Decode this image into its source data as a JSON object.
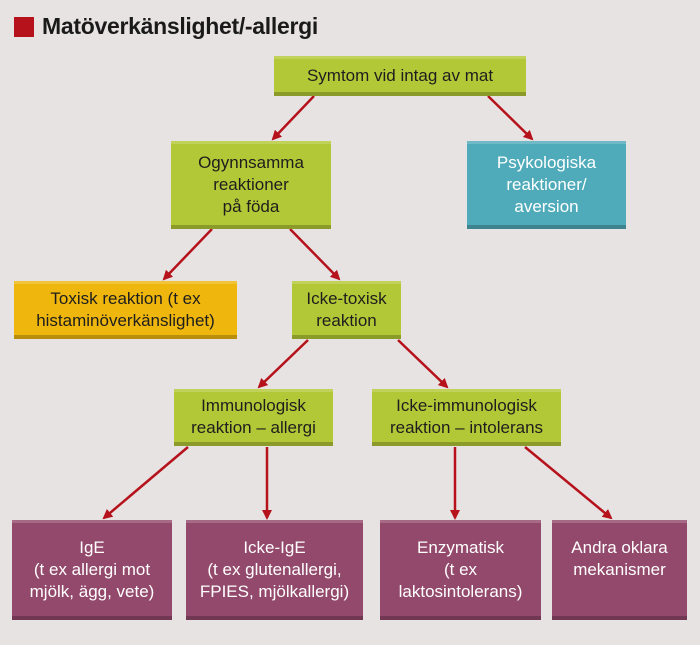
{
  "title": {
    "text": "Matöverkänslighet/-allergi",
    "marker_color": "#b5121b"
  },
  "colors": {
    "background": "#e8e3e3",
    "green": "#b3c836",
    "orange": "#efb70e",
    "teal": "#4fabb9",
    "plum": "#93496b",
    "arrow": "#b5121b"
  },
  "nodes": {
    "symptoms": "Symtom vid intag av mat",
    "adverse": "Ogynnsamma\nreaktioner\npå föda",
    "psychological": "Psykologiska\nreaktioner/\naversion",
    "toxic": "Toxisk reaktion (t ex\nhistaminöverkänslighet)",
    "non_toxic": "Icke-toxisk\nreaktion",
    "immunological": "Immunologisk\nreaktion – allergi",
    "non_immunological": "Icke-immunologisk\nreaktion – intolerans",
    "ige": "IgE\n(t ex allergi mot\nmjölk, ägg, vete)",
    "non_ige": "Icke-IgE\n(t ex glutenallergi,\nFPIES, mjölkallergi)",
    "enzymatic": "Enzymatisk\n(t ex\nlaktosintolerans)",
    "other": "Andra oklara\nmekanismer"
  },
  "edges": [
    {
      "from": "symptoms",
      "to": "adverse"
    },
    {
      "from": "symptoms",
      "to": "psychological"
    },
    {
      "from": "adverse",
      "to": "toxic"
    },
    {
      "from": "adverse",
      "to": "non_toxic"
    },
    {
      "from": "non_toxic",
      "to": "immunological"
    },
    {
      "from": "non_toxic",
      "to": "non_immunological"
    },
    {
      "from": "immunological",
      "to": "ige"
    },
    {
      "from": "immunological",
      "to": "non_ige"
    },
    {
      "from": "non_immunological",
      "to": "enzymatic"
    },
    {
      "from": "non_immunological",
      "to": "other"
    }
  ]
}
